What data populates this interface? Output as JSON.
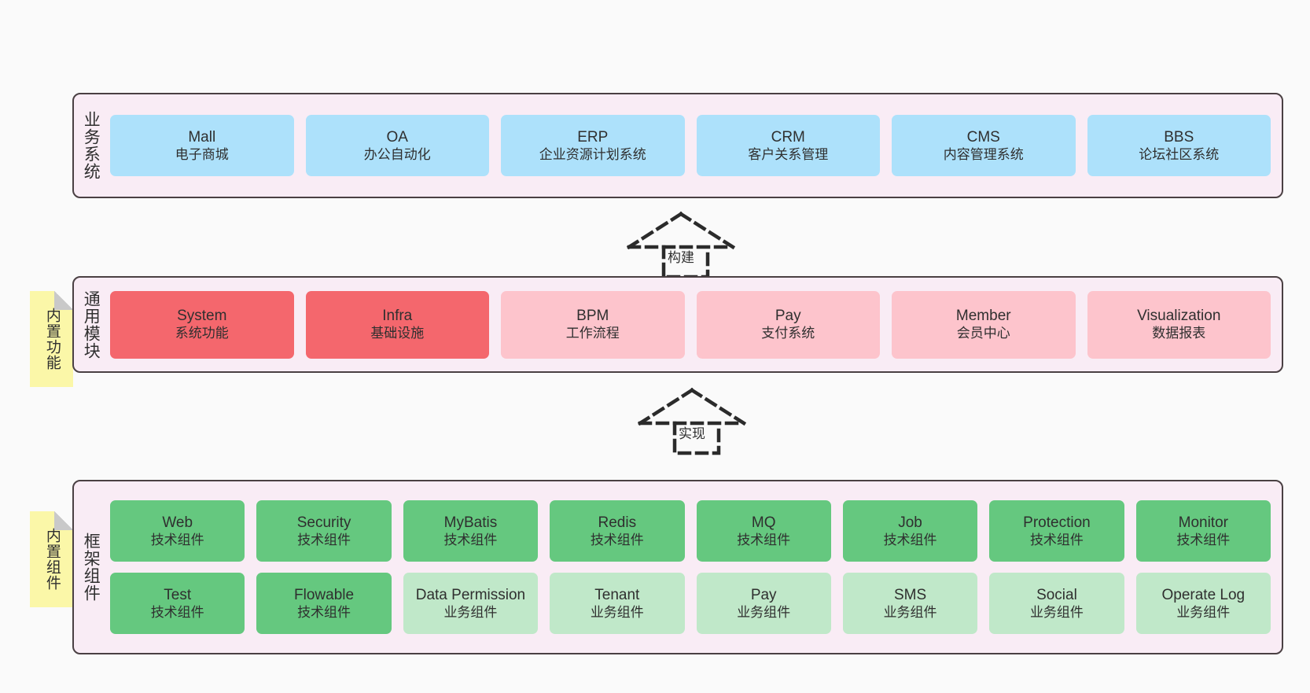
{
  "diagram": {
    "background_color": "#fafafa",
    "container_fill": "#f9ecf5",
    "container_border": "#4a4043",
    "note_color": "#fbf7a8"
  },
  "layers": [
    {
      "id": "business-systems",
      "label": "业务系统",
      "box_color": "#ade1fb",
      "items": [
        {
          "title": "Mall",
          "sub": "电子商城"
        },
        {
          "title": "OA",
          "sub": "办公自动化"
        },
        {
          "title": "ERP",
          "sub": "企业资源计划系统"
        },
        {
          "title": "CRM",
          "sub": "客户关系管理"
        },
        {
          "title": "CMS",
          "sub": "内容管理系统"
        },
        {
          "title": "BBS",
          "sub": "论坛社区系统"
        }
      ]
    },
    {
      "id": "common-modules",
      "label": "通用模块",
      "note": "内置功能",
      "core_color": "#f4676d",
      "soft_color": "#fdc4cc",
      "items": [
        {
          "title": "System",
          "sub": "系统功能",
          "variant": "core"
        },
        {
          "title": "Infra",
          "sub": "基础设施",
          "variant": "core"
        },
        {
          "title": "BPM",
          "sub": "工作流程",
          "variant": "soft"
        },
        {
          "title": "Pay",
          "sub": "支付系统",
          "variant": "soft"
        },
        {
          "title": "Member",
          "sub": "会员中心",
          "variant": "soft"
        },
        {
          "title": "Visualization",
          "sub": "数据报表",
          "variant": "soft"
        }
      ]
    },
    {
      "id": "framework-components",
      "label": "框架组件",
      "note": "内置组件",
      "tech_color": "#65c87f",
      "bizcomp_color": "#c0e8c9",
      "row1": [
        {
          "title": "Web",
          "sub": "技术组件"
        },
        {
          "title": "Security",
          "sub": "技术组件"
        },
        {
          "title": "MyBatis",
          "sub": "技术组件"
        },
        {
          "title": "Redis",
          "sub": "技术组件"
        },
        {
          "title": "MQ",
          "sub": "技术组件"
        },
        {
          "title": "Job",
          "sub": "技术组件"
        },
        {
          "title": "Protection",
          "sub": "技术组件"
        },
        {
          "title": "Monitor",
          "sub": "技术组件"
        }
      ],
      "row2": [
        {
          "title": "Test",
          "sub": "技术组件",
          "variant": "tech"
        },
        {
          "title": "Flowable",
          "sub": "技术组件",
          "variant": "tech"
        },
        {
          "title": "Data Permission",
          "sub": "业务组件",
          "variant": "bizcomp"
        },
        {
          "title": "Tenant",
          "sub": "业务组件",
          "variant": "bizcomp"
        },
        {
          "title": "Pay",
          "sub": "业务组件",
          "variant": "bizcomp"
        },
        {
          "title": "SMS",
          "sub": "业务组件",
          "variant": "bizcomp"
        },
        {
          "title": "Social",
          "sub": "业务组件",
          "variant": "bizcomp"
        },
        {
          "title": "Operate Log",
          "sub": "业务组件",
          "variant": "bizcomp"
        }
      ]
    }
  ],
  "arrows": [
    {
      "id": "build-arrow",
      "label": "构建"
    },
    {
      "id": "implement-arrow",
      "label": "实现"
    }
  ]
}
